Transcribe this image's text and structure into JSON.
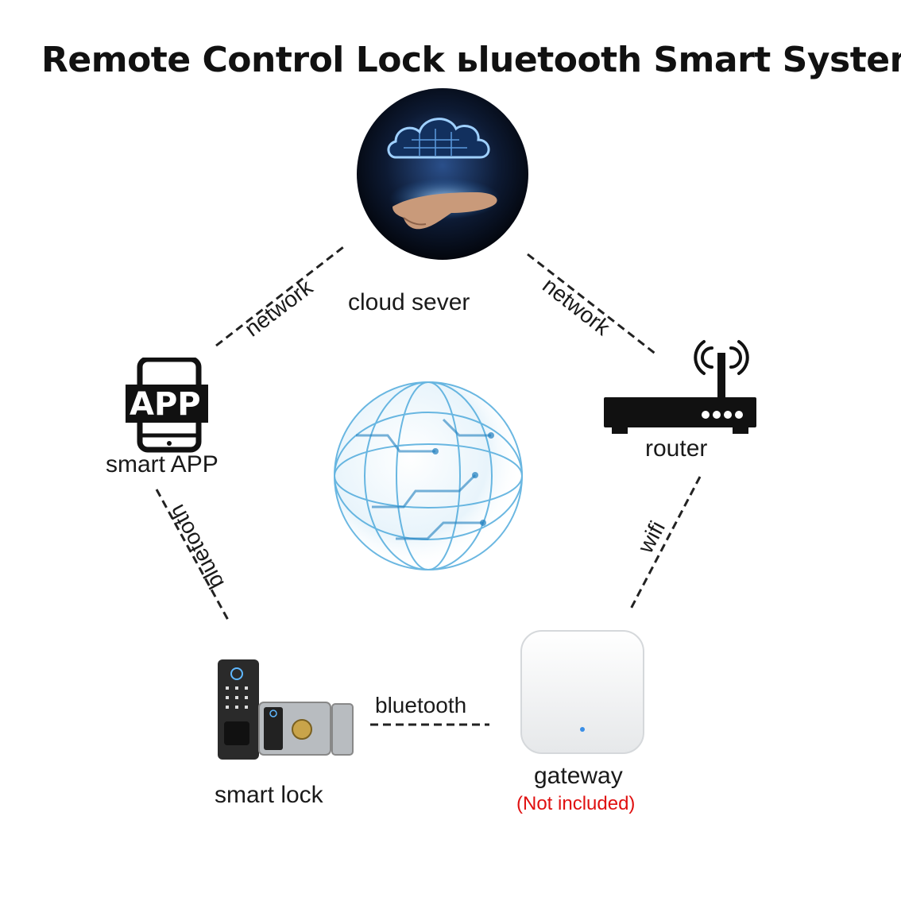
{
  "title": "Remote Control Lock ьluetooth Smart System",
  "nodes": {
    "cloud": {
      "label": "cloud sever",
      "icon": "cloud-server-icon"
    },
    "app": {
      "label": "smart APP",
      "badge": "APP",
      "icon": "smartphone-app-icon"
    },
    "router": {
      "label": "router",
      "icon": "router-icon"
    },
    "lock": {
      "label": "smart lock",
      "icon": "smart-lock-icon"
    },
    "gateway": {
      "label": "gateway",
      "note": "(Not included)",
      "icon": "gateway-icon"
    }
  },
  "connections": {
    "app_cloud": "network",
    "cloud_router": "network",
    "app_lock": "bluetooth",
    "router_gateway": "wifi",
    "lock_gateway": "bluetooth"
  },
  "colors": {
    "note": "#e01010",
    "globe": "#3aa0d8",
    "cloud_glow": "#6fb6ff"
  }
}
